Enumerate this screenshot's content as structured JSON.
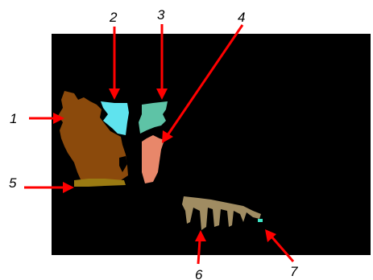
{
  "colors": {
    "background": "#000000",
    "arrow": "#ff0000",
    "segment_1": "#8b4a0c",
    "segment_2": "#5fe3ee",
    "segment_3": "#5ec3a6",
    "segment_4": "#e8876a",
    "segment_5": "#9a7a12",
    "segment_6": "#a08c62",
    "segment_7": "#3ee6c8"
  },
  "callouts": [
    {
      "label": "1",
      "segment": "segment_1"
    },
    {
      "label": "2",
      "segment": "segment_2"
    },
    {
      "label": "3",
      "segment": "segment_3"
    },
    {
      "label": "4",
      "segment": "segment_4"
    },
    {
      "label": "5",
      "segment": "segment_5"
    },
    {
      "label": "6",
      "segment": "segment_6"
    },
    {
      "label": "7",
      "segment": "segment_7"
    }
  ]
}
